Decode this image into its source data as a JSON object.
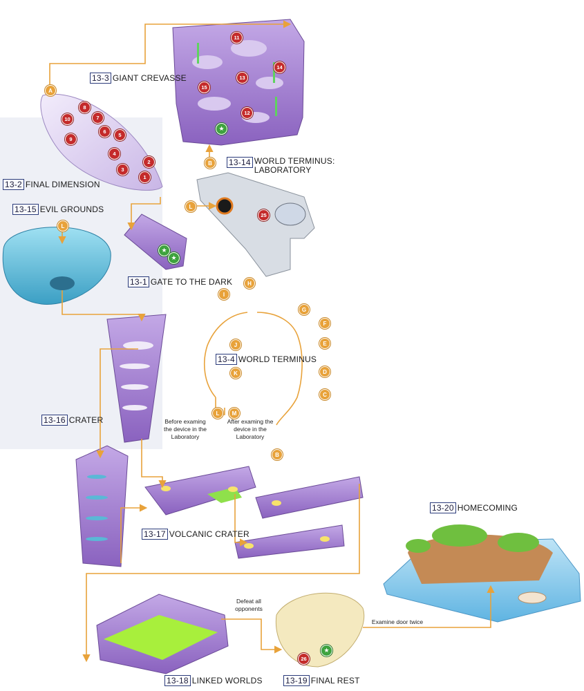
{
  "areas": {
    "final_dimension": {
      "code": "13-2",
      "name": "Final Dimension"
    },
    "giant_crevasse": {
      "code": "13-3",
      "name": "Giant Crevasse"
    },
    "laboratory": {
      "code": "13-14",
      "name": "World Terminus:",
      "name2": "Laboratory"
    },
    "evil_grounds": {
      "code": "13-15",
      "name": "Evil Grounds"
    },
    "gate_to_the_dark": {
      "code": "13-1",
      "name": "Gate to the Dark"
    },
    "world_terminus": {
      "code": "13-4",
      "name": "World Terminus"
    },
    "crater": {
      "code": "13-16",
      "name": "Crater"
    },
    "volcanic_crater": {
      "code": "13-17",
      "name": "Volcanic Crater"
    },
    "homecoming": {
      "code": "13-20",
      "name": "Homecoming"
    },
    "linked_worlds": {
      "code": "13-18",
      "name": "Linked Worlds"
    },
    "final_rest": {
      "code": "13-19",
      "name": "Final Rest"
    }
  },
  "captions": {
    "before_lab": "Before examing the device in the Laboratory",
    "after_lab": "After examing the device in the Laboratory",
    "defeat": "Defeat all opponents",
    "examine_door": "Examine door twice"
  },
  "route_letters": [
    "A",
    "B",
    "C",
    "D",
    "E",
    "F",
    "G",
    "H",
    "I",
    "J",
    "K",
    "L",
    "M"
  ],
  "markers": {
    "final_dimension": [
      "1",
      "2",
      "3",
      "4",
      "5",
      "6",
      "7",
      "8",
      "9",
      "10"
    ],
    "giant_crevasse": [
      "11",
      "12",
      "13",
      "14",
      "15"
    ],
    "laboratory": [
      "25"
    ],
    "final_rest": [
      "26"
    ]
  },
  "colors": {
    "route": "#e8a23a",
    "marker": "#c42b2b",
    "save_point": "#3ea33e",
    "purple_area": "#a47fd0",
    "cyan_area": "#5ab8d6"
  }
}
